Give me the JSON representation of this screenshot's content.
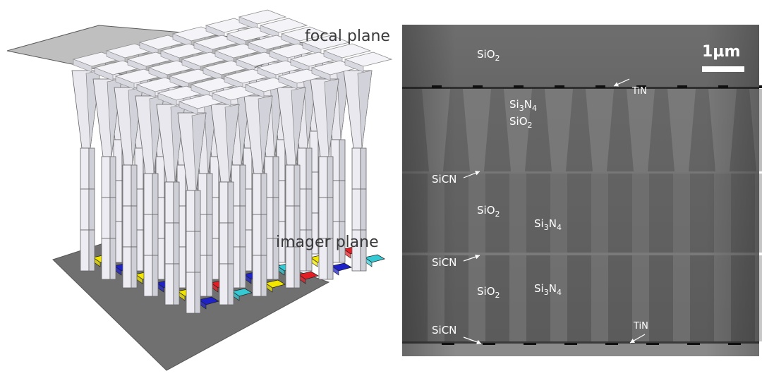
{
  "left_panel": {
    "focal_plane_label": "focal plane",
    "imager_plane_label": "imager plane",
    "pixel_colors": [
      "yellow",
      "red",
      "blue",
      "cyan"
    ]
  },
  "right_panel": {
    "scale_bar": "1µm",
    "labels": [
      {
        "base": "SiO",
        "sub": "2",
        "tail": ""
      },
      {
        "base": "TiN",
        "sub": "",
        "tail": ""
      },
      {
        "base": "Si",
        "sub": "3",
        "tail": "N",
        "sub2": "4"
      },
      {
        "base": "SiO",
        "sub": "2",
        "tail": ""
      },
      {
        "base": "SiCN",
        "sub": "",
        "tail": ""
      },
      {
        "base": "SiO",
        "sub": "2",
        "tail": ""
      },
      {
        "base": "Si",
        "sub": "3",
        "tail": "N",
        "sub2": "4"
      },
      {
        "base": "SiCN",
        "sub": "",
        "tail": ""
      },
      {
        "base": "SiO",
        "sub": "2",
        "tail": ""
      },
      {
        "base": "Si",
        "sub": "3",
        "tail": "N",
        "sub2": "4"
      },
      {
        "base": "SiCN",
        "sub": "",
        "tail": ""
      },
      {
        "base": "TiN",
        "sub": "",
        "tail": ""
      }
    ]
  },
  "colors": {
    "plane": "#6b6b6b",
    "prism": "#e8e8ee",
    "yellow": "#f2e600",
    "red": "#e31e24",
    "blue": "#1e22c8",
    "cyan": "#35c9d4"
  }
}
